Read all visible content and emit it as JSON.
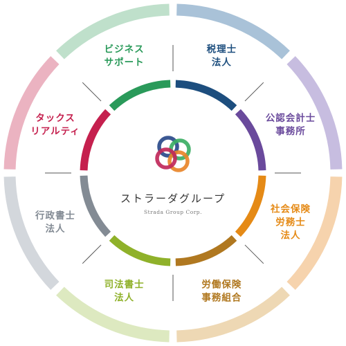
{
  "center": {
    "title": "ストラーダグループ",
    "subtitle": "Strada Group Corp."
  },
  "logo": {
    "colors": [
      "#2a4a8a",
      "#3cae64",
      "#e8862a",
      "#c0285a"
    ]
  },
  "segments": [
    {
      "lines": [
        "税理士",
        "法人"
      ],
      "color": "#1d4e7e",
      "outer_color": "#a9c2d8"
    },
    {
      "lines": [
        "公認会計士",
        "事務所"
      ],
      "color": "#6a4a9c",
      "outer_color": "#c7bde0"
    },
    {
      "lines": [
        "社会保険",
        "労務士",
        "法人"
      ],
      "color": "#e58a16",
      "outer_color": "#f6d3ad"
    },
    {
      "lines": [
        "労働保険",
        "事務組合"
      ],
      "color": "#b07820",
      "outer_color": "#eed8b4"
    },
    {
      "lines": [
        "司法書士",
        "法人"
      ],
      "color": "#8fb12a",
      "outer_color": "#dde9c0"
    },
    {
      "lines": [
        "行政書士",
        "法人"
      ],
      "color": "#838b94",
      "outer_color": "#d3d7dc"
    },
    {
      "lines": [
        "タックス",
        "リアルティ"
      ],
      "color": "#c5204e",
      "outer_color": "#ebb3c1"
    },
    {
      "lines": [
        "ビジネス",
        "サポート"
      ],
      "color": "#2a9a5a",
      "outer_color": "#bfe0cb"
    }
  ]
}
